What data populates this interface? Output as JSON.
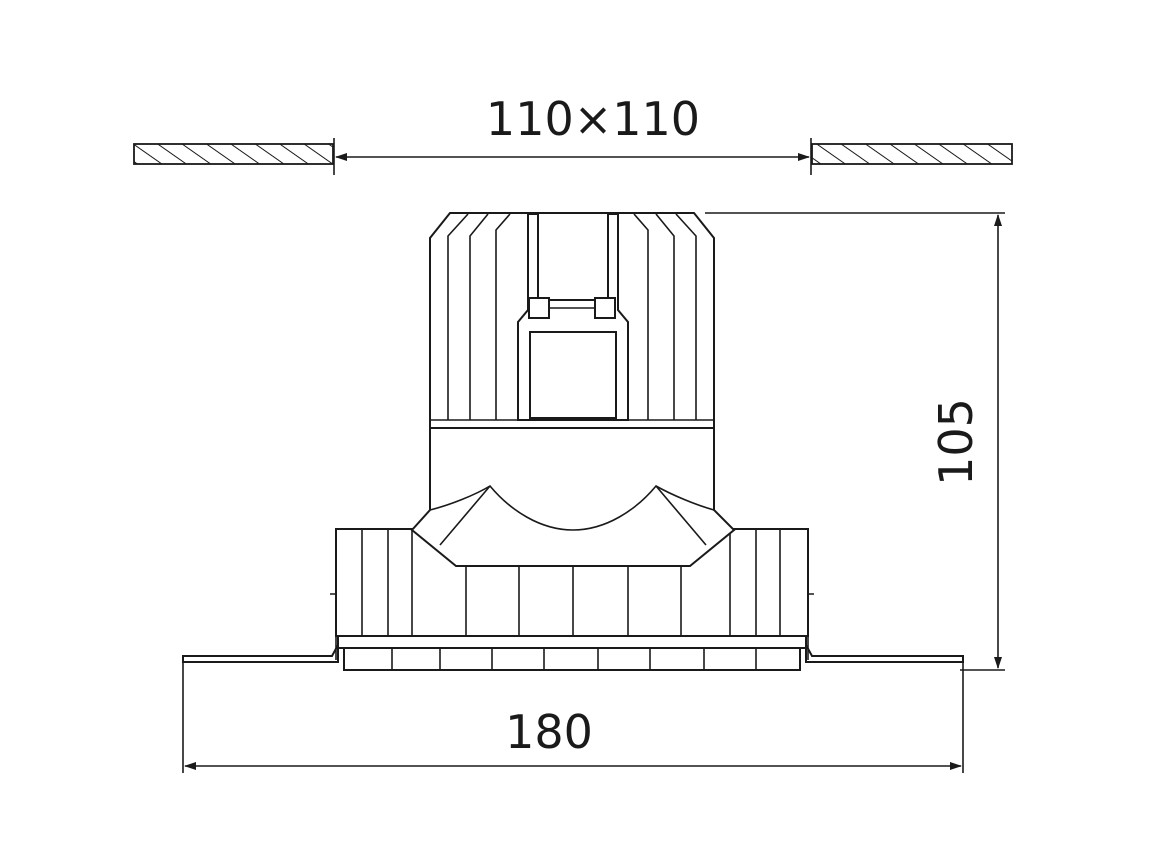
{
  "dimensions": {
    "cutout": "110×110",
    "height": "105",
    "width": "180"
  }
}
